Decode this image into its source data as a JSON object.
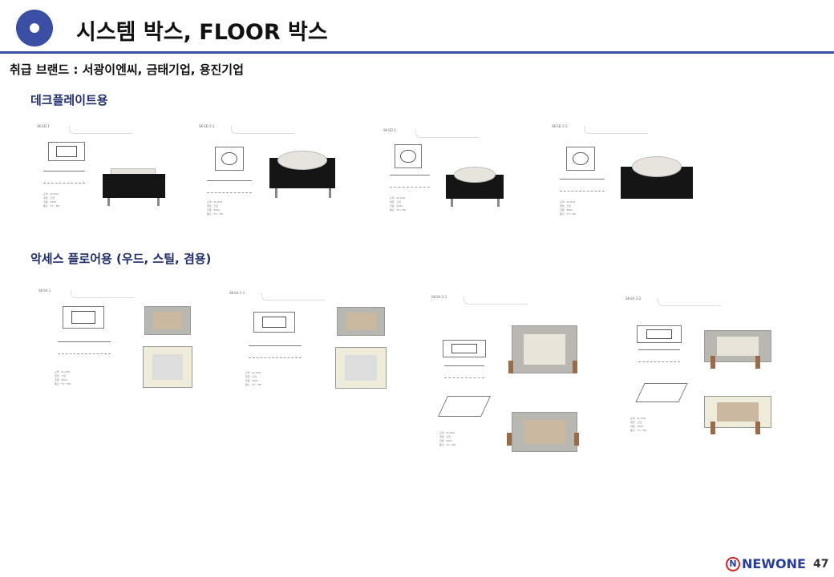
{
  "header": {
    "title": "시스템 박스, FLOOR 박스"
  },
  "brands": "취급 브랜드 : 서광이엔씨, 금태기업, 용진기업",
  "sections": [
    {
      "title": "데크플레이트용",
      "products": [
        {
          "model": "SK-SD 1"
        },
        {
          "model": "SK-SD 2-1"
        },
        {
          "model": "SK-SD 2"
        },
        {
          "model": "SK-SD 2-2"
        }
      ]
    },
    {
      "title": "악세스 플로어용 (우드, 스틸, 겸용)",
      "products": [
        {
          "model": "SK-SA 1"
        },
        {
          "model": "SK-SA 1-1"
        },
        {
          "model": "SK-SA 2-1"
        },
        {
          "model": "SK-SA 2-2"
        }
      ]
    }
  ],
  "footer": {
    "logo": "NEWONE",
    "page": "47"
  }
}
